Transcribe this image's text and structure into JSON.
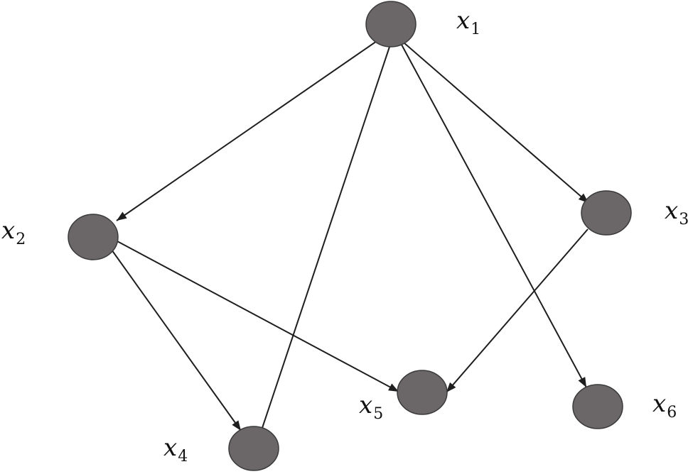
{
  "graph": {
    "nodes": [
      {
        "id": "x1",
        "label": "x",
        "subscript": "1"
      },
      {
        "id": "x2",
        "label": "x",
        "subscript": "2"
      },
      {
        "id": "x3",
        "label": "x",
        "subscript": "3"
      },
      {
        "id": "x4",
        "label": "x",
        "subscript": "4"
      },
      {
        "id": "x5",
        "label": "x",
        "subscript": "5"
      },
      {
        "id": "x6",
        "label": "x",
        "subscript": "6"
      }
    ],
    "edges": [
      {
        "from": "x1",
        "to": "x2",
        "directed": true
      },
      {
        "from": "x1",
        "to": "x3",
        "directed": true
      },
      {
        "from": "x1",
        "to": "x6",
        "directed": true
      },
      {
        "from": "x1",
        "to": "x4",
        "directed": false
      },
      {
        "from": "x2",
        "to": "x4",
        "directed": true
      },
      {
        "from": "x2",
        "to": "x5",
        "directed": true
      },
      {
        "from": "x3",
        "to": "x5",
        "directed": true
      }
    ],
    "colors": {
      "node_fill": "#6b6667",
      "node_stroke": "#3a3a3a",
      "edge": "#1e1e1e"
    }
  }
}
